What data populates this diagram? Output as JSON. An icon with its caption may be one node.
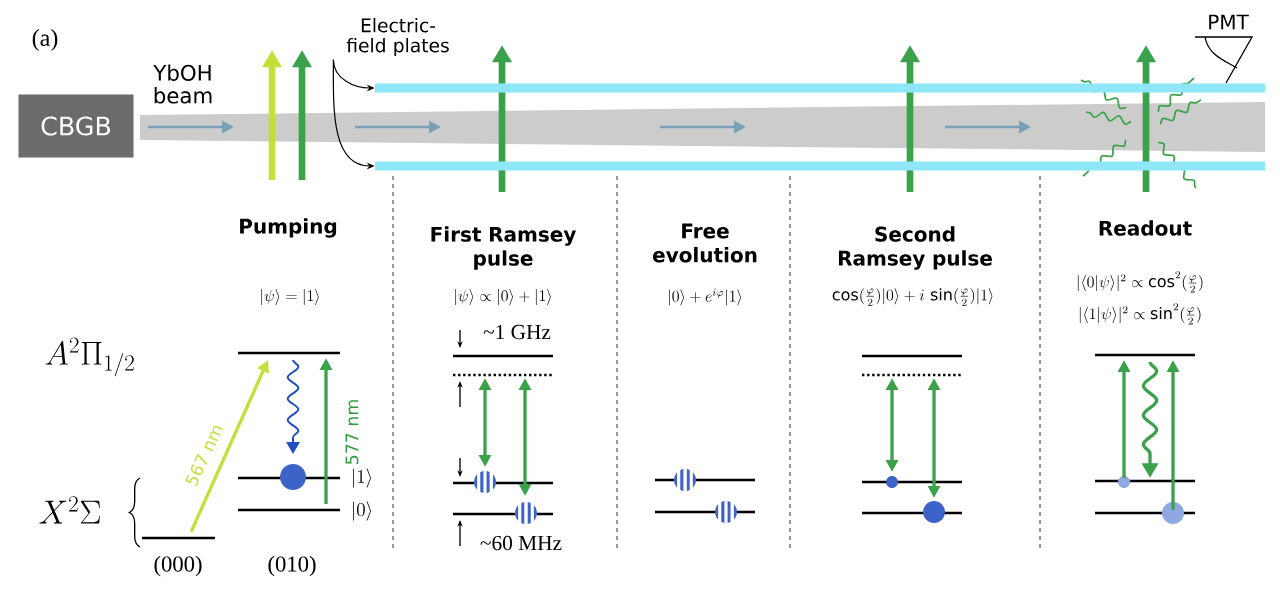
{
  "diagram": {
    "nodes": [
      {
        "text": [
          "CBGB"
        ]
      },
      {
        "text": [
          "Electric-field plates"
        ]
      },
      {
        "text": [],
        "shape": "bar"
      },
      {
        "text": [],
        "shape": "bar"
      }
    ],
    "edges": [
      {
        "from": 1,
        "to": 2,
        "arrow": "to"
      },
      {
        "from": 1,
        "to": 3,
        "arrow": "to"
      }
    ],
    "labels": [
      "(a)",
      "YbOH beam",
      "PMT",
      "Pumping",
      "First Ramsey pulse",
      "Free evolution",
      "Second Ramsey pulse",
      "Readout",
      "|\\psi\\rangle = |1\\rangle",
      "|\\psi\\rangle \\propto |0\\rangle + |1\\rangle",
      "|0\\rangle + e^{i\\varphi}|1\\rangle",
      "\\cos(\\tfrac{\\varphi}{2})|0\\rangle + i\\,\\sin(\\tfrac{\\varphi}{2})|1\\rangle",
      "|\\langle 0|\\psi\\rangle|^2 \\propto \\cos^2(\\tfrac{\\varphi}{2})",
      "|\\langle 1|\\psi\\rangle|^2 \\propto \\sin^2(\\tfrac{\\varphi}{2})",
      "A^2\\Pi_{1/2}",
      "X^2\\Sigma",
      "567 nm",
      "577 nm",
      "|1\\rangle",
      "|0\\rangle",
      "(000)",
      "(010)",
      "~1 GHz",
      "~60 MHz"
    ]
  }
}
